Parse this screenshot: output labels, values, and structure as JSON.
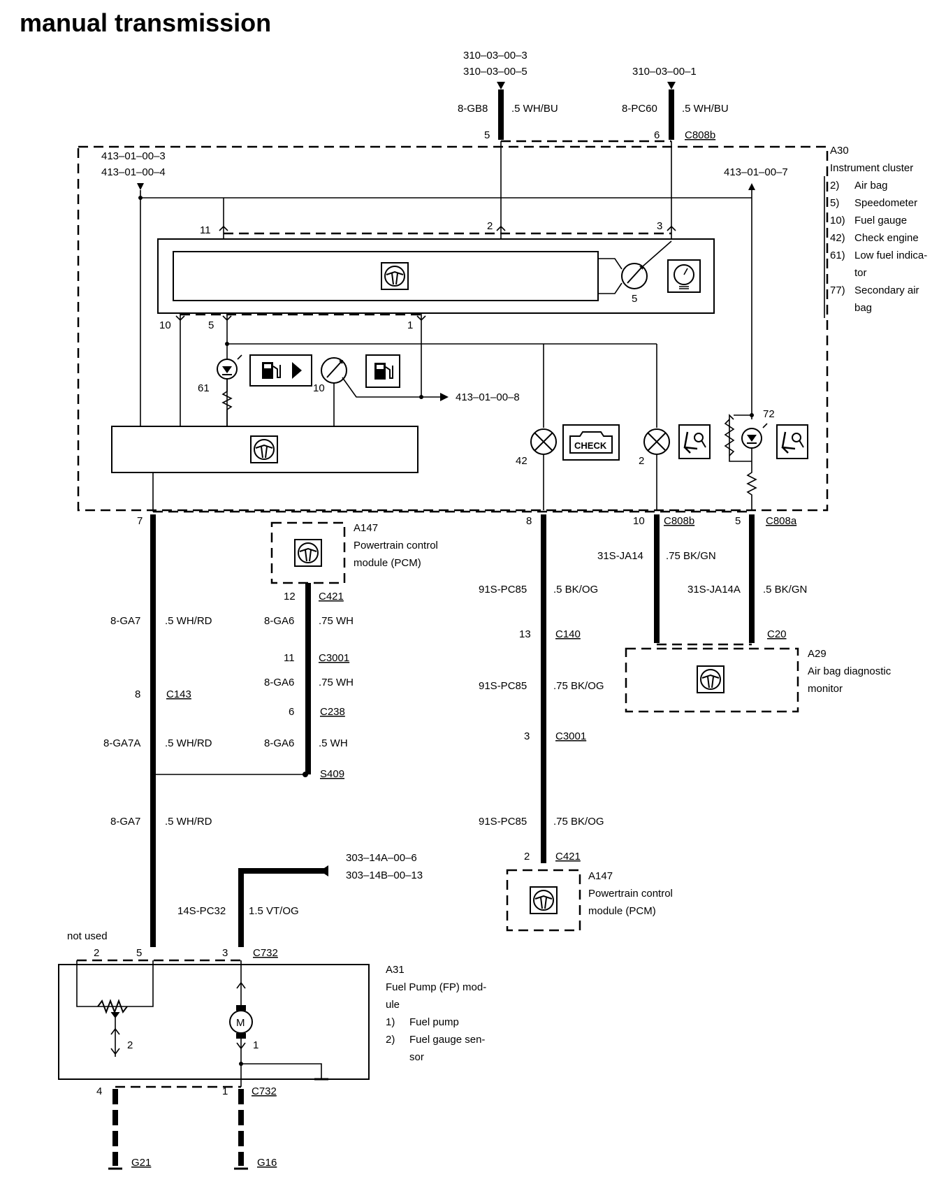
{
  "title": "manual transmission",
  "refs": {
    "top_left_1": "310–03–00–3",
    "top_left_2": "310–03–00–5",
    "top_right": "310–03–00–1",
    "cluster_left_1": "413–01–00–3",
    "cluster_left_2": "413–01–00–4",
    "cluster_right": "413–01–00–7",
    "gauge_out": "413–01–00–8",
    "fp_ref_1": "303–14A–00–6",
    "fp_ref_2": "303–14B–00–13"
  },
  "top_wires": {
    "w1_circuit": "8-GB8",
    "w1_spec": ".5 WH/BU",
    "w1_pin": "5",
    "w2_circuit": "8-PC60",
    "w2_spec": ".5 WH/BU",
    "w2_pin": "6",
    "connector": "C808b"
  },
  "cluster": {
    "id": "A30",
    "name": "Instrument cluster",
    "items": [
      {
        "num": "2)",
        "label": "Air bag"
      },
      {
        "num": "5)",
        "label": "Speedometer"
      },
      {
        "num": "10)",
        "label": "Fuel gauge"
      },
      {
        "num": "42)",
        "label": "Check engine"
      },
      {
        "num": "61)",
        "label": "Low fuel indica-"
      },
      {
        "num": "",
        "label": "tor"
      },
      {
        "num": "77)",
        "label": "Secondary air"
      },
      {
        "num": "",
        "label": "bag"
      }
    ],
    "pin_11": "11",
    "pin_2": "2",
    "pin_3": "3",
    "pin_10": "10",
    "pin_5": "5",
    "pin_1": "1",
    "speedo_num": "5",
    "lowfuel_num": "61",
    "gauge_num": "10",
    "check_num": "42",
    "check_text": "CHECK",
    "airbag_num": "2",
    "secondary_num": "72"
  },
  "cluster_bottom": {
    "pin_7": "7",
    "pin_8": "8",
    "pin_10": "10",
    "pin_5": "5",
    "conn_1": "C808b",
    "conn_2": "C808a"
  },
  "pcm_top": {
    "id": "A147",
    "name_1": "Powertrain control",
    "name_2": "module (PCM)"
  },
  "left_harness": {
    "c1": "8-GA7",
    "s1": ".5 WH/RD",
    "pin_8": "8",
    "conn_c143": "C143",
    "c2": "8-GA7A",
    "s2": ".5 WH/RD",
    "c3": "8-GA7",
    "s3": ".5 WH/RD"
  },
  "pcm_harness": {
    "pin_12": "12",
    "conn_c421": "C421",
    "c1": "8-GA6",
    "s1": ".75 WH",
    "pin_11": "11",
    "conn_c3001": "C3001",
    "c2": "8-GA6",
    "s2": ".75 WH",
    "pin_6": "6",
    "conn_c238": "C238",
    "c3": "8-GA6",
    "s3": ".5 WH",
    "splice": "S409"
  },
  "check_harness": {
    "c1": "91S-PC85",
    "s1": ".5 BK/OG",
    "pin_13": "13",
    "conn_c140": "C140",
    "c2": "91S-PC85",
    "s2": ".75 BK/OG",
    "pin_3": "3",
    "conn_c3001": "C3001",
    "c3": "91S-PC85",
    "s3": ".75 BK/OG",
    "pin_2": "2",
    "conn_c421": "C421"
  },
  "pcm_bottom": {
    "id": "A147",
    "name_1": "Powertrain control",
    "name_2": "module (PCM)"
  },
  "airbag_harness": {
    "c1": "31S-JA14",
    "s1": ".75 BK/GN",
    "c2": "31S-JA14A",
    "s2": ".5 BK/GN",
    "conn_c20": "C20"
  },
  "airbag_monitor": {
    "id": "A29",
    "name_1": "Air bag diagnostic",
    "name_2": "monitor"
  },
  "fp_feed": {
    "circuit": "14S-PC32",
    "spec": "1.5 VT/OG"
  },
  "fp_module": {
    "not_used": "not used",
    "pin_2": "2",
    "pin_5": "5",
    "pin_3": "3",
    "conn_top": "C732",
    "sensor_num": "2",
    "pump_num": "1",
    "motor_label": "M",
    "pin_4": "4",
    "pin_1": "1",
    "conn_bottom": "C732",
    "id": "A31",
    "name_1": "Fuel Pump (FP) mod-",
    "name_2": "ule",
    "items": [
      {
        "num": "1)",
        "label": "Fuel pump"
      },
      {
        "num": "2)",
        "label": "Fuel gauge sen-"
      },
      {
        "num": "",
        "label": "sor"
      }
    ]
  },
  "grounds": {
    "g1": "G21",
    "g2": "G16"
  }
}
